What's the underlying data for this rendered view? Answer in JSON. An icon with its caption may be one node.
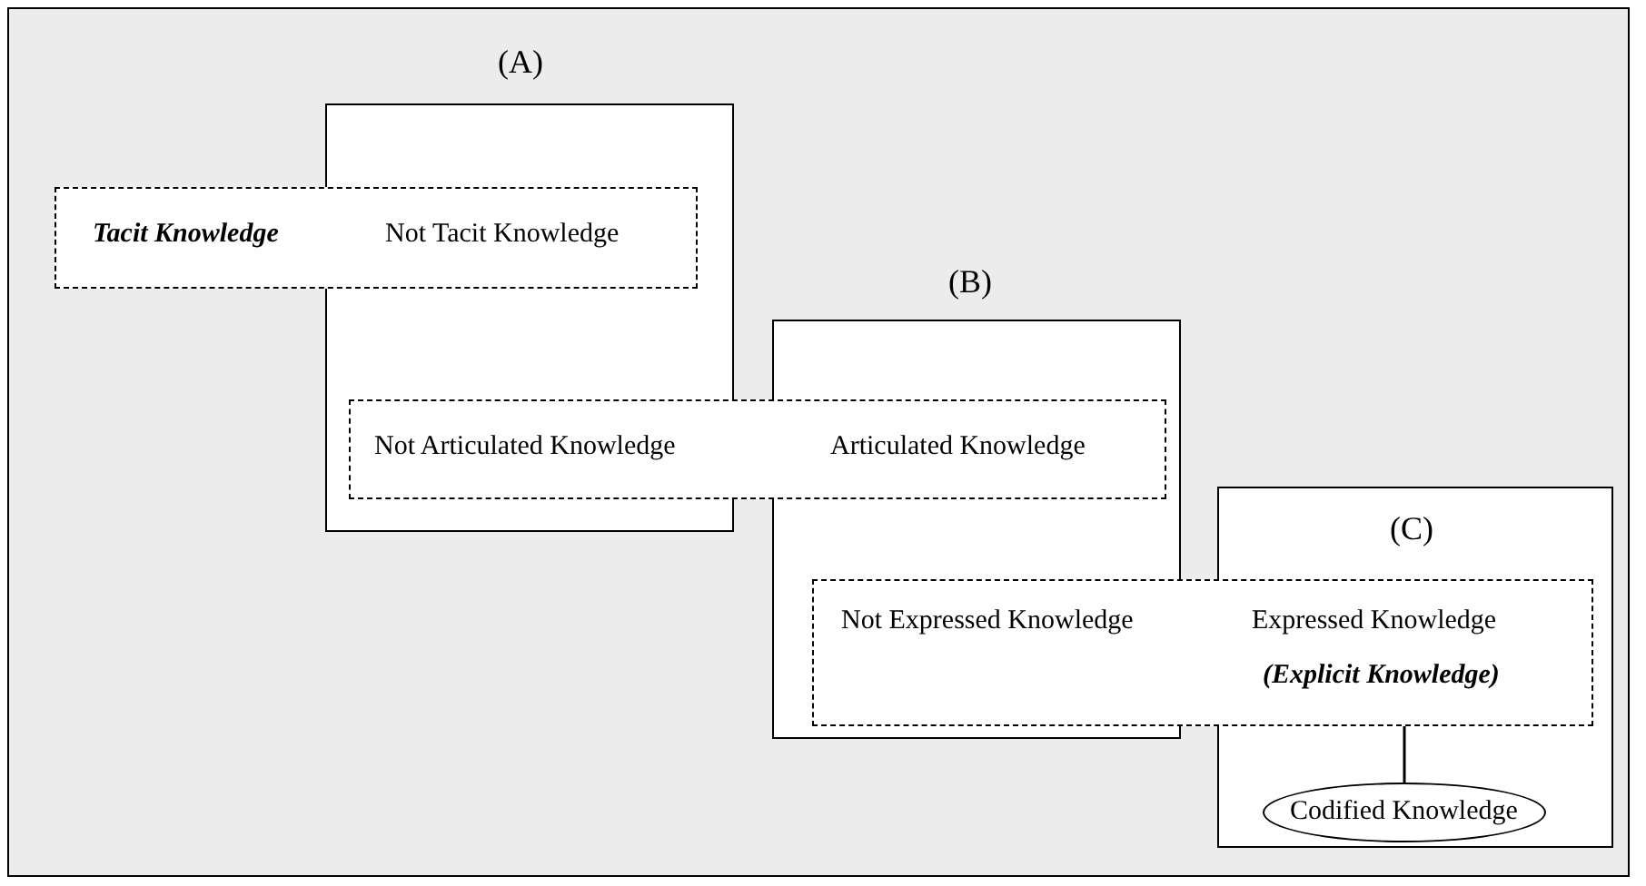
{
  "diagram": {
    "nodes": [
      {
        "text": [
          "(A)"
        ]
      },
      {
        "text": [
          "Tacit Knowledge",
          "Not Tacit Knowledge"
        ]
      },
      {
        "text": [
          "(B)"
        ]
      },
      {
        "text": [
          "Not Articulated Knowledge",
          "Articulated Knowledge"
        ]
      },
      {
        "text": [
          "(C)"
        ]
      },
      {
        "text": [
          "Not Expressed Knowledge",
          "Expressed Knowledge",
          "(Explicit Knowledge)"
        ]
      },
      {
        "text": [
          "Codified Knowledge"
        ],
        "in": 4
      }
    ],
    "edges": [
      {
        "from": 5,
        "to": 6,
        "arrow": "none"
      }
    ]
  }
}
